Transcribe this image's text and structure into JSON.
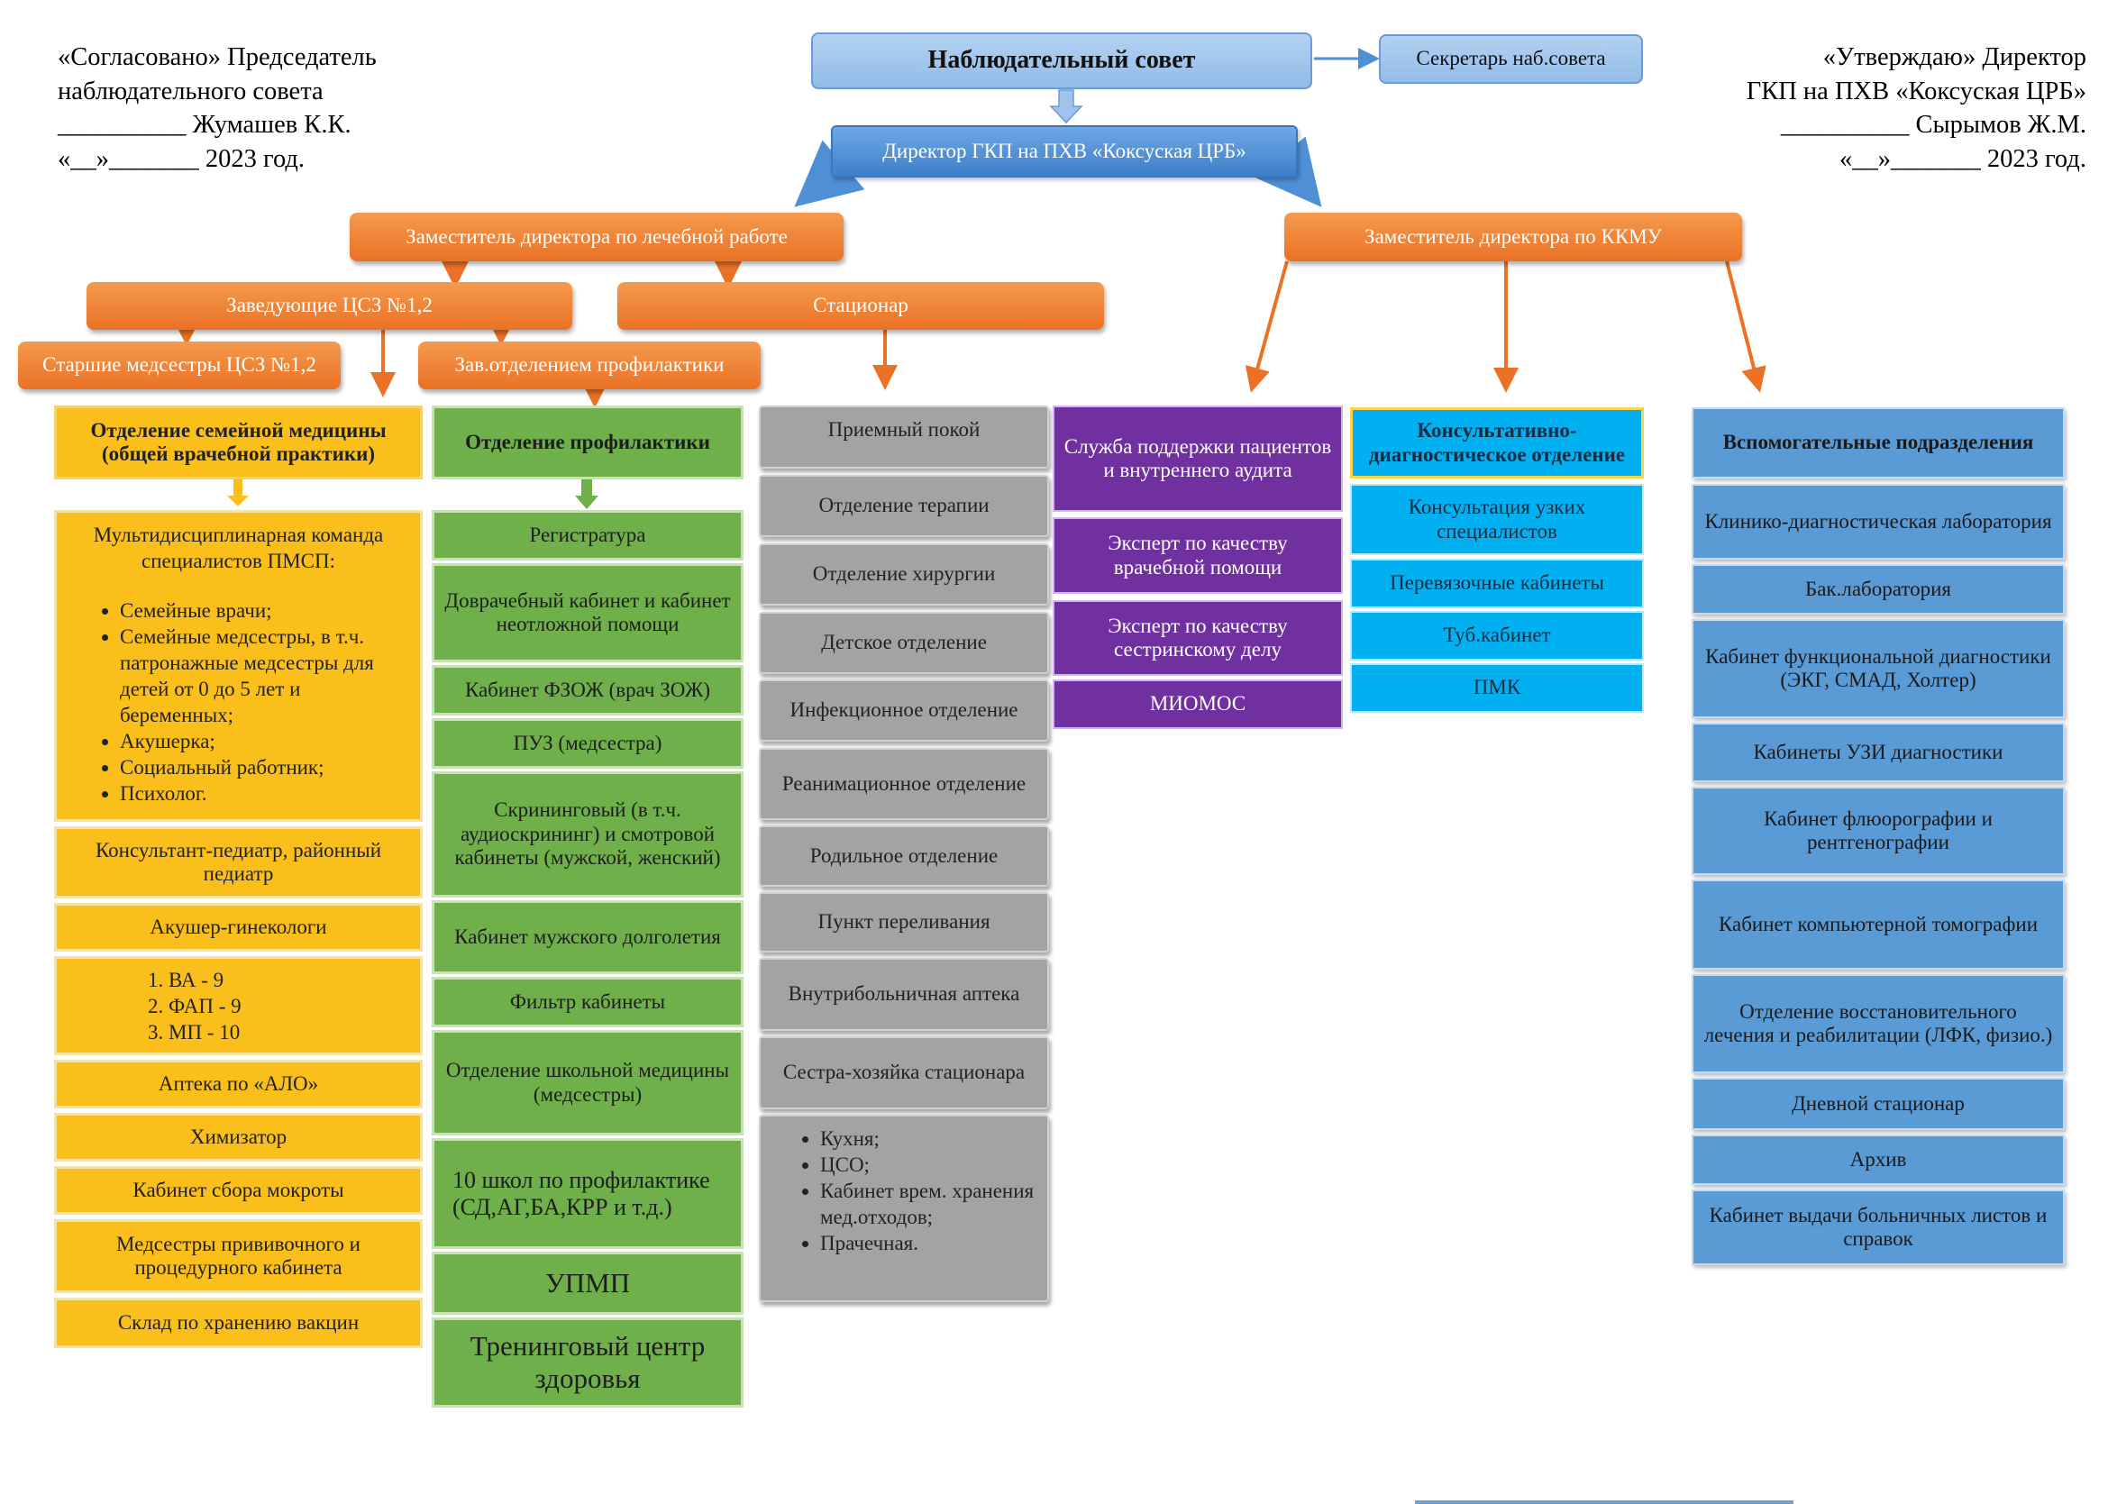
{
  "approval_left": {
    "line1": "«Согласовано» Председатель",
    "line2": "наблюдательного совета",
    "line3": "__________ Жумашев К.К.",
    "line4": "«__»_______ 2023 год."
  },
  "approval_right": {
    "line1": "«Утверждаю» Директор",
    "line2": "ГКП на ПХВ «Коксуская ЦРБ»",
    "line3": "__________ Сырымов Ж.М.",
    "line4": "«__»_______ 2023 год."
  },
  "top": {
    "council": "Наблюдательный совет",
    "secretary": "Секретарь наб.совета",
    "director": "Директор ГКП на ПХВ «Коксуская ЦРБ»"
  },
  "deputies": {
    "medical": "Заместитель директора по лечебной работе",
    "quality": "Заместитель директора по ККМУ",
    "csz_heads": "Заведующие ЦСЗ №1,2",
    "hospital": "Стационар",
    "senior_nurses": "Старшие медсестры ЦСЗ №1,2",
    "prevention_head": "Зав.отделением профилактики"
  },
  "family_medicine": {
    "title": "Отделение семейной медицины (общей врачебной практики)",
    "team_intro": "Мультидисциплинарная команда специалистов ПМСП:",
    "team_members": [
      "Семейные врачи;",
      "Семейные медсестры, в т.ч. патронажные медсестры для детей от 0 до 5 лет и беременных;",
      "Акушерка;",
      "Социальный работник;",
      "Психолог."
    ],
    "pediatrician": "Консультант-педиатр, районный педиатр",
    "obstetricians": "Акушер-гинекологи",
    "facilities": [
      "ВА - 9",
      "ФАП - 9",
      "МП - 10"
    ],
    "pharmacy": "Аптека по «АЛО»",
    "chemist": "Химизатор",
    "sputum": "Кабинет сбора мокроты",
    "nurses": "Медсестры прививочного и процедурного кабинета",
    "vaccine_storage": "Склад по хранению вакцин"
  },
  "prevention": {
    "title": "Отделение профилактики",
    "items": [
      "Регистратура",
      "Доврачебный кабинет и кабинет неотложной помощи",
      "Кабинет ФЗОЖ (врач ЗОЖ)",
      "ПУЗ (медсестра)",
      "Скрининговый (в т.ч. аудиоскрининг) и смотровой кабинеты (мужской, женский)",
      "Кабинет мужского долголетия",
      "Фильтр кабинеты",
      "Отделение школьной медицины (медсестры)",
      "10 школ по профилактике (СД,АГ,БА,КРР и т.д.)",
      "УПМП",
      "Тренинговый центр здоровья"
    ]
  },
  "hospital": {
    "items": [
      "Приемный покой",
      "Отделение терапии",
      "Отделение хирургии",
      "Детское отделение",
      "Инфекционное отделение",
      "Реанимационное отделение",
      "Родильное отделение",
      "Пункт переливания",
      "Внутрибольничная аптека",
      "Сестра-хозяйка стационара"
    ],
    "household": [
      "Кухня;",
      "ЦСО;",
      "Кабинет врем. хранения мед.отходов;",
      "Прачечная."
    ]
  },
  "patient_support": {
    "items": [
      "Служба поддержки пациентов и внутреннего аудита",
      "Эксперт по качеству врачебной помощи",
      "Эксперт по качеству сестринскому делу",
      "МИОМОС"
    ]
  },
  "consultative": {
    "title": "Консультативно-диагностическое отделение",
    "items": [
      "Консультация узких специалистов",
      "Перевязочные кабинеты",
      "Туб.кабинет",
      "ПМК"
    ]
  },
  "auxiliary": {
    "title": "Вспомогательные подразделения",
    "items": [
      "Клинико-диагностическая лаборатория",
      "Бак.лаборатория",
      "Кабинет функциональной диагностики (ЭКГ, СМАД, Холтер)",
      "Кабинеты УЗИ диагностики",
      "Кабинет флюорографии и рентгенографии",
      "Кабинет компьютерной томографии",
      "Отделение восстановительного лечения и реабилитации (ЛФК, физио.)",
      "Дневной стационар",
      "Архив",
      "Кабинет выдачи больничных листов и справок"
    ]
  },
  "colors": {
    "orange": "#ea7126",
    "yellow": "#fbbf1b",
    "green": "#6fb04a",
    "gray": "#a3a3a3",
    "purple": "#7030a0",
    "cyan": "#00b0f0",
    "blue": "#5b9bd5"
  }
}
